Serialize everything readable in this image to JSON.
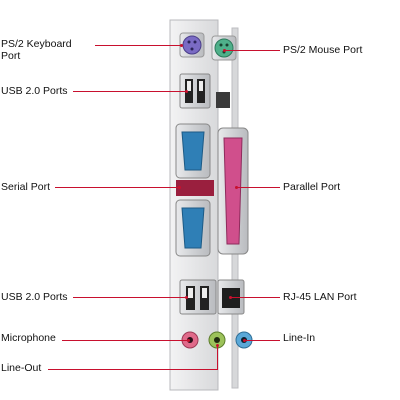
{
  "labels": {
    "ps2_keyboard": "PS/2 Keyboard Port",
    "ps2_keyboard_l1": "PS/2 Keyboard",
    "ps2_keyboard_l2": "Port",
    "ps2_mouse": "PS/2 Mouse Port",
    "usb_top": "USB 2.0 Ports",
    "serial": "Serial Port",
    "parallel": "Parallel Port",
    "usb_bottom": "USB 2.0 Ports",
    "rj45": "RJ-45 LAN Port",
    "microphone": "Microphone",
    "line_in": "Line-In",
    "line_out": "Line-Out"
  },
  "colors": {
    "callout_line": "#c8102e",
    "ps2_keyboard": "#7a6bc4",
    "ps2_mouse": "#4fb08a",
    "serial": "#2f7fb6",
    "parallel": "#d04f8c",
    "microphone": "#e06a8a",
    "line_out": "#9cc25a",
    "line_in": "#5aa8d8",
    "metal": "#cfd0d2"
  }
}
